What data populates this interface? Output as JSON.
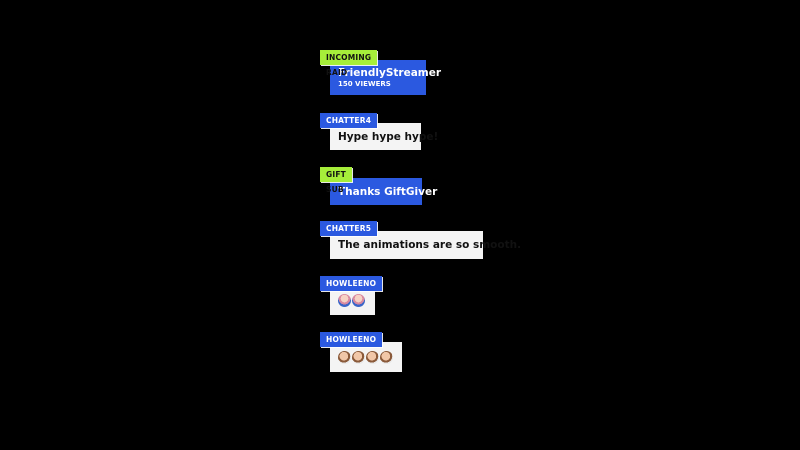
{
  "messages": [
    {
      "tag": "INCOMING RAID",
      "tag_color": "green",
      "title": "FriendlyStreamer",
      "subtitle": "150 VIEWERS",
      "style": "blue"
    },
    {
      "tag": "CHATTER4",
      "tag_color": "blue",
      "text": "Hype hype hype!",
      "style": "white"
    },
    {
      "tag": "GIFT SUB",
      "tag_color": "green",
      "text": "Thanks GiftGiver",
      "style": "blue"
    },
    {
      "tag": "CHATTER5",
      "tag_color": "blue",
      "text": "The animations are so smooth.",
      "style": "white"
    },
    {
      "tag": "HOWLEENO",
      "tag_color": "blue",
      "emotes": [
        "emote-face-icon",
        "emote-face-icon"
      ],
      "style": "white"
    },
    {
      "tag": "HOWLEENO",
      "tag_color": "blue",
      "emotes": [
        "emote-face-icon",
        "emote-face-icon",
        "emote-face-icon",
        "emote-face-icon"
      ],
      "style": "white"
    }
  ],
  "colors": {
    "background": "#000000",
    "accent_blue": "#2b59e0",
    "accent_green": "#a6ee3a",
    "bubble_white": "#f4f4f4"
  }
}
